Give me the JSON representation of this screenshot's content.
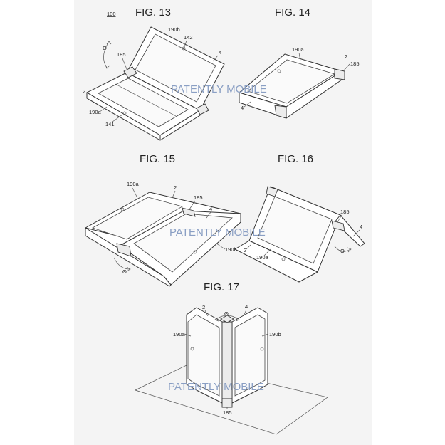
{
  "sheet_number": "100",
  "figures": {
    "fig13": {
      "title": "FIG. 13",
      "refs": {
        "r190b": "190b",
        "r142": "142",
        "r4": "4",
        "rtheta": "Θ",
        "r185": "185",
        "r2": "2",
        "r190a": "190a",
        "r141": "141"
      }
    },
    "fig14": {
      "title": "FIG. 14",
      "refs": {
        "r190a": "190a",
        "r2": "2",
        "r185": "185",
        "r4": "4"
      }
    },
    "fig15": {
      "title": "FIG. 15",
      "refs": {
        "r190a": "190a",
        "r2": "2",
        "r185": "185",
        "r4": "4",
        "r190b": "190b",
        "rtheta": "Θ"
      }
    },
    "fig16": {
      "title": "FIG. 16",
      "refs": {
        "r185": "185",
        "r4": "4",
        "r2": "2",
        "r190a": "190a",
        "rtheta": "Θ"
      }
    },
    "fig17": {
      "title": "FIG. 17",
      "refs": {
        "r2": "2",
        "rtheta": "Θ",
        "r4": "4",
        "r190a": "190a",
        "r190b": "190b",
        "r185": "185"
      }
    }
  },
  "watermark": "PATENTLY MOBILE"
}
